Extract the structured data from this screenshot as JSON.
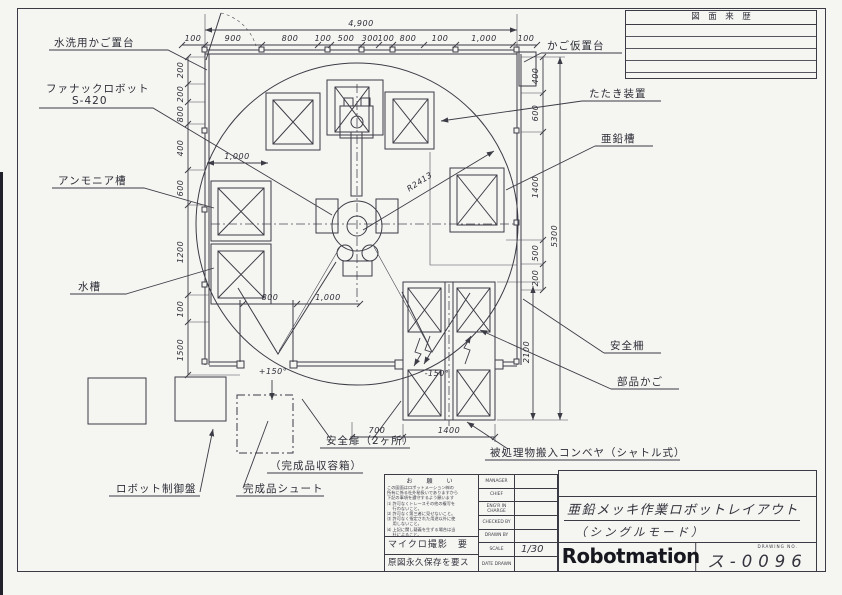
{
  "revision_table": {
    "title": "図　面　来　歴"
  },
  "labels": {
    "wash_basket_stand": "水洗用かご置台",
    "fanuc_robot_line1": "ファナックロボット",
    "fanuc_robot_line2": "S-420",
    "ammonia_tank": "アンモニア槽",
    "water_tank": "水槽",
    "robot_control_panel": "ロボット制御盤",
    "finished_chute": "完成品シュート",
    "finished_box": "（完成品収容箱）",
    "basket_temp_stand": "かご仮置台",
    "tataki_device": "たたき装置",
    "zinc_tank": "亜鉛槽",
    "safety_fence": "安全柵",
    "parts_basket": "部品かご",
    "infeed_conveyor": "被処理物搬入コンベヤ（シャトル式）",
    "safety_door": "安全扉（2ヶ所）"
  },
  "dims": {
    "top_total": "4,900",
    "top_chain": [
      "100",
      "900",
      "800",
      "100",
      "500",
      "300",
      "100",
      "800",
      "100",
      "1,000",
      "100"
    ],
    "left_chain": [
      "200",
      "200",
      "800",
      "400",
      "600",
      "1200",
      "100",
      "1500"
    ],
    "right_chain": [
      "400",
      "600",
      "1400",
      "500",
      "200"
    ],
    "right_total": "5300",
    "conveyor_depth": "2100",
    "tank_offset": "1,000",
    "robot_left": "800",
    "robot_front": "1,000",
    "door_width": "700",
    "conveyor_width": "1400",
    "radius": "R2413",
    "angle_plus": "+150°",
    "angle_minus": "-150°"
  },
  "approval": {
    "request_title": "お　願　い",
    "notes": [
      "この図面はロボットメーション㈱の",
      "所有に係る社外秘扱いでありますから",
      "下記の事項を遵守するよう願います",
      "⑴ 許可なくトレースその他の複写を",
      "　 行わないこと。",
      "⑵ 許可なく第三者に見せないこと。",
      "⑶ 許可なく指定された用途以外に使",
      "　 用しないこと。",
      "⑷ 上記に関し疑義を生ずる場合は当",
      "　 社によること。"
    ],
    "sign_rows": [
      "MANAGER",
      "CHIEF",
      "ENG'R IN CHARGE",
      "CHECKED BY",
      "DRAWN BY",
      "SCALE",
      "DATE DRAWN"
    ],
    "scale_value": "1/30",
    "micro_row": "マイクロ撮影　要",
    "preserve_row": "原図永久保存を要ス"
  },
  "title_block": {
    "title": "亜鉛メッキ作業ロボットレイアウト",
    "subtitle": "（シングルモード）",
    "company": "Robotmation",
    "drawing_no_label": "DRAWING NO.",
    "drawing_no": "ス-0096"
  }
}
